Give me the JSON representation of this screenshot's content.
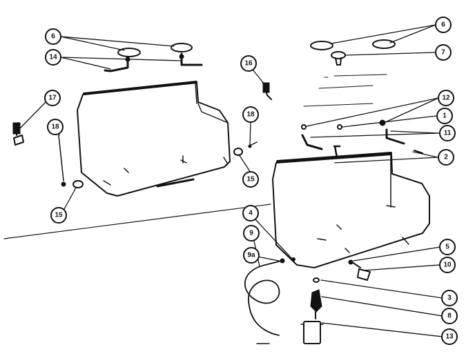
{
  "callouts": {
    "c6_left": "6",
    "c14": "14",
    "c17": "17",
    "c18_left": "18",
    "c15_left": "15",
    "c16_top": "16",
    "c18_mid": "18",
    "c15_mid": "15",
    "c6_right": "6",
    "c7": "7",
    "c12": "12",
    "c1": "1",
    "c11": "11",
    "c2": "2",
    "c4": "4",
    "c9": "9",
    "c9a": "9a",
    "c5": "5",
    "c10": "10",
    "c3": "3",
    "c8": "8",
    "c13": "13"
  }
}
